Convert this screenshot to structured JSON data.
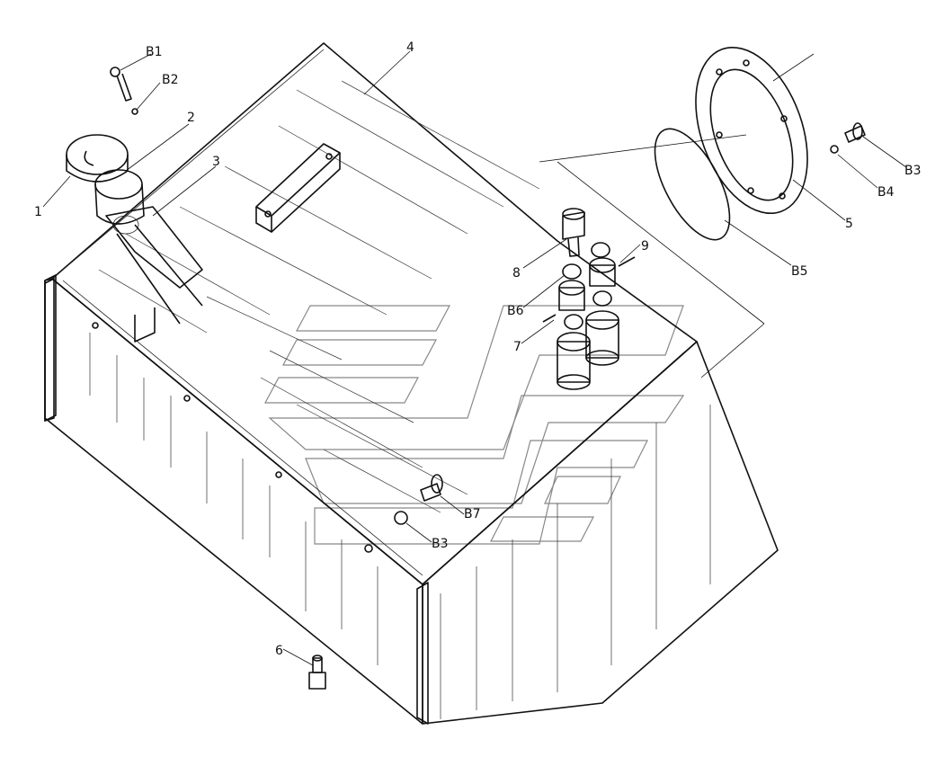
{
  "labels": {
    "part_1": "1",
    "part_2": "2",
    "part_3": "3",
    "part_4": "4",
    "part_5": "5",
    "part_6": "6",
    "part_7": "7",
    "part_8": "8",
    "part_9": "9",
    "b1": "B1",
    "b2": "B2",
    "b3_top": "B3",
    "b4": "B4",
    "b5": "B5",
    "b6": "B6",
    "b7": "B7",
    "b3_bottom": "B3"
  }
}
